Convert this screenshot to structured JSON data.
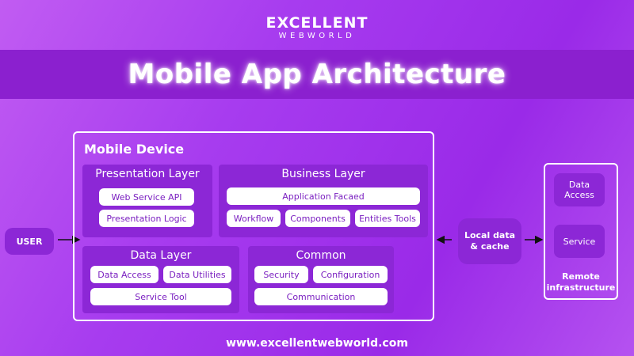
{
  "logo": {
    "top": "EXCELLENT",
    "bottom": "WEBWORLD"
  },
  "title": "Mobile App Architecture",
  "device": {
    "title": "Mobile Device",
    "presentation": {
      "title": "Presentation Layer",
      "items": [
        "Web Service API",
        "Presentation Logic"
      ]
    },
    "business": {
      "title": "Business Layer",
      "items": [
        "Application Facaed",
        "Workflow",
        "Components",
        "Entities Tools"
      ]
    },
    "data": {
      "title": "Data Layer",
      "items": [
        "Data Access",
        "Data Utilities",
        "Service Tool"
      ]
    },
    "common": {
      "title": "Common",
      "items": [
        "Security",
        "Configuration",
        "Communication"
      ]
    }
  },
  "user": "USER",
  "local": {
    "line1": "Local data",
    "line2": "& cache"
  },
  "remote": {
    "box1": {
      "line1": "Data",
      "line2": "Access"
    },
    "box2": "Service",
    "label1": "Remote",
    "label2": "infrastructure"
  },
  "footer": "www.excellentwebworld.com"
}
